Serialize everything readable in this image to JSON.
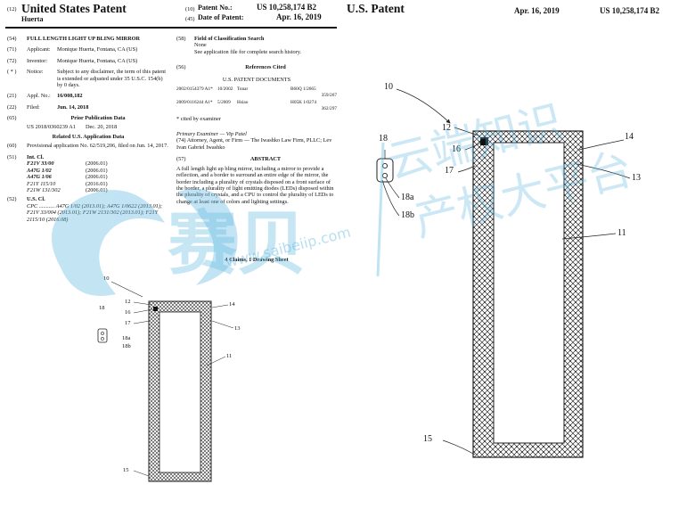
{
  "left_page": {
    "header": {
      "code_12": "(12)",
      "title": "United States Patent",
      "inventor_surname": "Huerta",
      "code_10": "(10)",
      "patent_no_label": "Patent No.:",
      "patent_no": "US 10,258,174 B2",
      "code_45": "(45)",
      "date_label": "Date of Patent:",
      "date": "Apr. 16, 2019"
    },
    "left_col": {
      "items": [
        {
          "code": "(54)",
          "label": "",
          "value": "FULL LENGTH LIGHT UP BLING MIRROR"
        },
        {
          "code": "(71)",
          "label": "Applicant:",
          "value": "Monique Huerta, Fontana, CA (US)"
        },
        {
          "code": "(72)",
          "label": "Inventor:",
          "value": "Monique Huerta, Fontana, CA (US)"
        },
        {
          "code": "( * )",
          "label": "Notice:",
          "value": "Subject to any disclaimer, the term of this patent is extended or adjusted under 35 U.S.C. 154(b) by 0 days."
        },
        {
          "code": "(21)",
          "label": "Appl. No.:",
          "value": "16/008,182"
        },
        {
          "code": "(22)",
          "label": "Filed:",
          "value": "Jun. 14, 2018"
        }
      ],
      "code_65": "(65)",
      "prior_pub_title": "Prior Publication Data",
      "prior_pub_line": "US 2018/0360239 A1       Dec. 20, 2018",
      "related_title": "Related U.S. Application Data",
      "code_60": "(60)",
      "provisional": "Provisional application No. 62/519,206, filed on Jun. 14, 2017.",
      "code_51": "(51)",
      "int_cl_label": "Int. Cl.",
      "int_cl": [
        {
          "cls": "F21V 33/00",
          "date": "(2006.01)"
        },
        {
          "cls": "A47G 1/02",
          "date": "(2006.01)"
        },
        {
          "cls": "A47G 1/06",
          "date": "(2006.01)"
        },
        {
          "cls": "F21Y 115/10",
          "date": "(2016.01)"
        },
        {
          "cls": "F21W 131/302",
          "date": "(2006.01)"
        }
      ],
      "code_52": "(52)",
      "us_cl_label": "U.S. Cl.",
      "cpc": "CPC ........... A47G 1/02 (2013.01); A47G 1/0622 (2013.01); F21V 33/004 (2013.01); F21W 2131/302 (2013.01); F21Y 2115/10 (2016.08)"
    },
    "right_col": {
      "code_58": "(58)",
      "field_title": "Field of Classification Search",
      "field_none": "None",
      "field_see": "See application file for complete search history.",
      "code_56": "(56)",
      "refs_title": "References Cited",
      "us_docs_title": "U.S. PATENT DOCUMENTS",
      "refs": [
        {
          "no": "2002/0154379 A1*",
          "date": "10/2002",
          "name": "Tonar",
          "cls": "B60Q 1/2665",
          "cls2": "359/267"
        },
        {
          "no": "2009/0116244 A1*",
          "date": "5/2009",
          "name": "Hsiao",
          "cls": "H05K 1/0274",
          "cls2": "362/297"
        }
      ],
      "cited": "* cited by examiner",
      "examiner": "Primary Examiner — Vip Patel",
      "attorney": "(74) Attorney, Agent, or Firm — The Iwashko Law Firm, PLLC; Lev Ivan Gabriel Iwashko",
      "code_57": "(57)",
      "abstract_title": "ABSTRACT",
      "abstract": "A full length light up bling mirror, including a mirror to provide a reflection, and a border to surround an entire edge of the mirror, the border including a plurality of crystals disposed on a front surface of the border, a plurality of light emitting diodes (LEDs) disposed within the plurality of crystals, and a CPU to control the plurality of LEDs to change at least one of colors and lighting settings.",
      "claims": "4 Claims, 1 Drawing Sheet"
    },
    "figure_labels": {
      "l10": "10",
      "l12": "12",
      "l14": "14",
      "l16": "16",
      "l17": "17",
      "l13": "13",
      "l18": "18",
      "l18a": "18a",
      "l18b": "18b",
      "l11": "11",
      "l15": "15"
    }
  },
  "right_page": {
    "header": {
      "title": "U.S. Patent",
      "date": "Apr. 16, 2019",
      "number": "US 10,258,174 B2"
    },
    "figure_labels": {
      "l10": "10",
      "l12": "12",
      "l16": "16",
      "l17": "17",
      "l18": "18",
      "l18a": "18a",
      "l18b": "18b",
      "l14": "14",
      "l13": "13",
      "l11": "11",
      "l15": "15"
    }
  },
  "watermark": {
    "logo_text": "赛贝",
    "chinese_line1": "云端知识",
    "chinese_line2": "产权大平台",
    "url": "www.saibeiip.com",
    "color": "#5fb8e0"
  }
}
